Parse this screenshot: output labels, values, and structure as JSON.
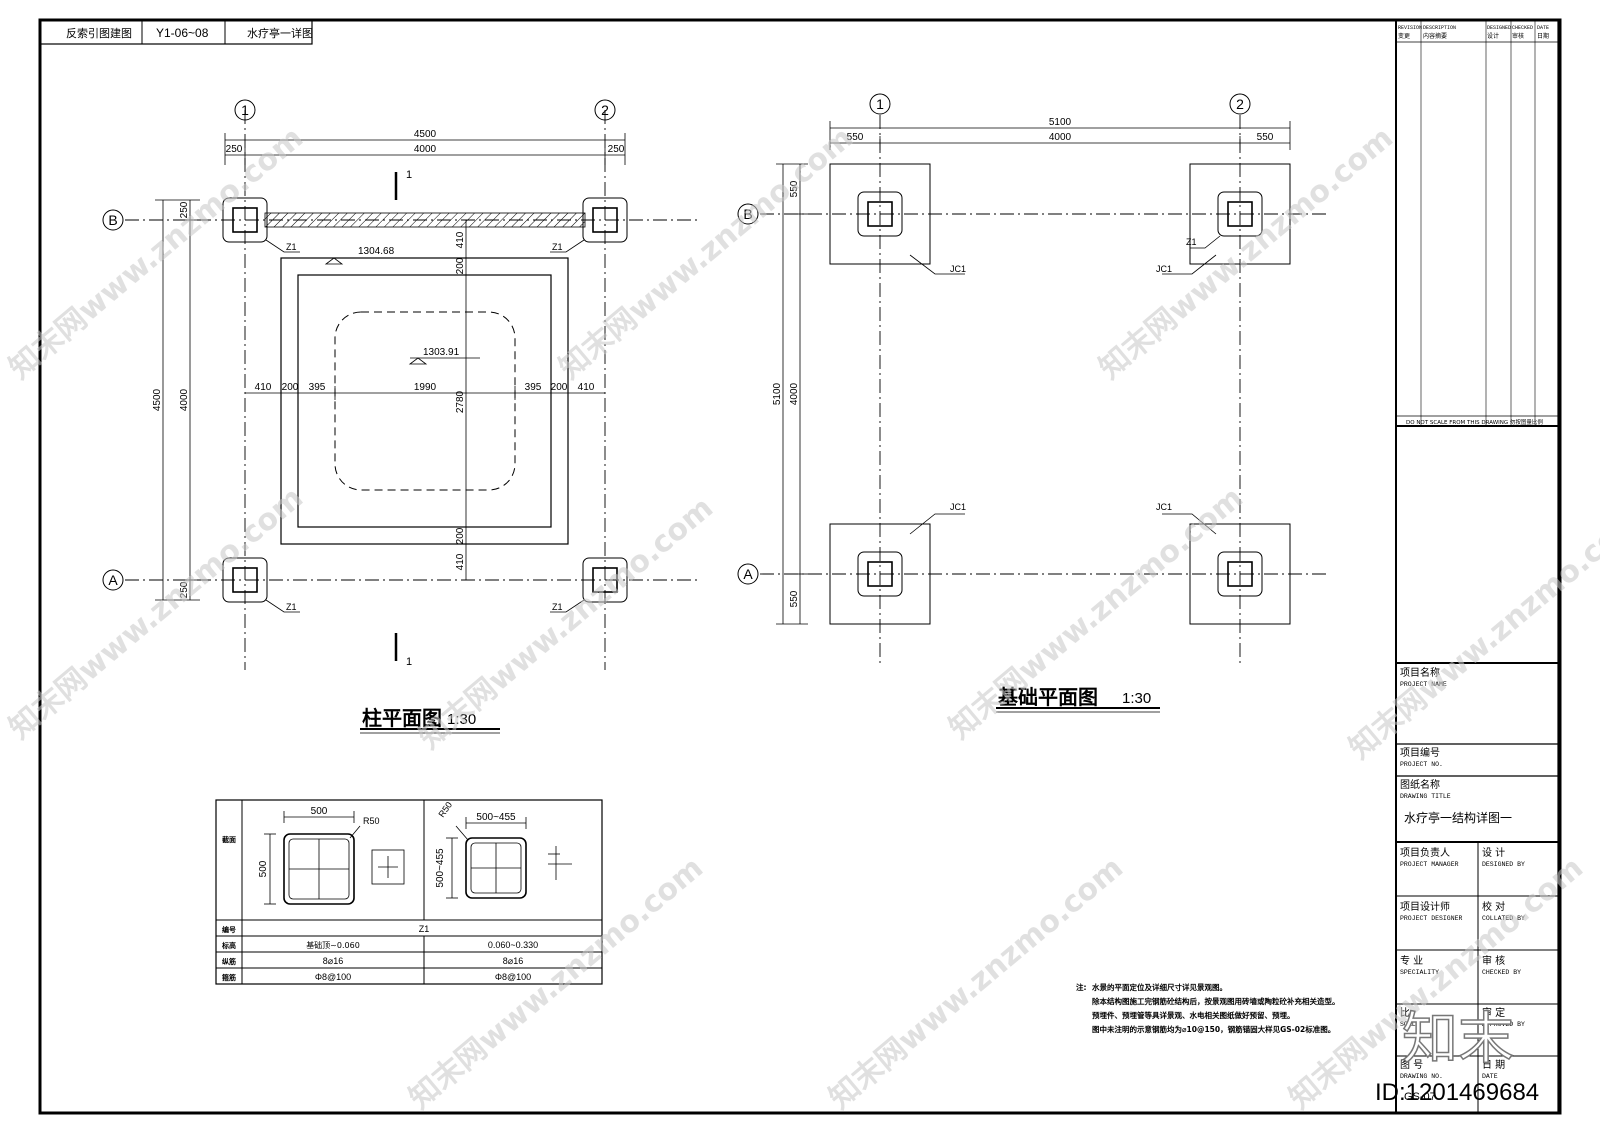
{
  "header": {
    "ref_label": "反索引图建图",
    "ref_code": "Y1-06~08",
    "ref_title": "水疗亭一详图"
  },
  "column_plan": {
    "title": "柱平面图",
    "scale": "1:30",
    "axis_1": "1",
    "axis_2": "2",
    "axis_a": "A",
    "axis_b": "B",
    "dim_total": "4500",
    "dim_mid": "4000",
    "dim_edge": "250",
    "dim_v_total": "4500",
    "dim_v_mid": "4000",
    "dim_v_edge": "250",
    "dims_h": [
      "410",
      "200",
      "395",
      "1990",
      "395",
      "200",
      "410"
    ],
    "dim_v_410": "410",
    "dim_v_200": "200",
    "dim_v_2780": "2780",
    "elev_top": "1304.68",
    "elev_pool": "1303.91",
    "section_mark": "1",
    "column_tag": "Z1"
  },
  "foundation_plan": {
    "title": "基础平面图",
    "scale": "1:30",
    "dim_total": "5100",
    "dim_mid": "4000",
    "dim_edge": "550",
    "dim_v_total": "5100",
    "dim_v_mid": "4000",
    "dim_v_edge": "550",
    "footing_tag": "JC1",
    "column_tag": "Z1"
  },
  "column_table": {
    "row_labels": {
      "section": "截面",
      "id": "编号",
      "elevation": "标高",
      "long_bar": "纵筋",
      "stirrup": "箍筋"
    },
    "sec1_width": "500",
    "sec1_height": "500",
    "sec1_radius": "R50",
    "sec2_width": "500~455",
    "sec2_height": "500~455",
    "sec2_radius": "R50",
    "id": "Z1",
    "elev_1": "基础顶~0.060",
    "elev_2": "0.060~0.330",
    "bar_1": "8⌀16",
    "bar_2": "8⌀16",
    "stir_1": "Φ8@100",
    "stir_2": "Φ8@100"
  },
  "notes": {
    "label": "注:",
    "lines": [
      "水景的平面定位及详细尺寸详见景观图。",
      "除本结构图施工完钢筋砼结构后，按景观图用砖墙或陶粒砼补充相关造型。",
      "预埋件、预埋管等具详景观、水电相关图纸做好预留、预埋。",
      "图中未注明的示意钢筋均为⌀10@150，钢筋锚固大样见GS-02标准图。"
    ]
  },
  "title_block": {
    "rev_en": "REVISION",
    "rev_cn": "变更",
    "desc_en": "DESCRIPTION",
    "desc_cn": "内容摘要",
    "designed_en": "DESIGNED",
    "designed_cn": "设计",
    "checked_en": "CHECKED",
    "checked_cn": "审核",
    "date_en": "DATE",
    "date_cn": "日期",
    "no_scale": "DO NOT SCALE FROM THIS DRAWING  勿按图量比例",
    "project_name_cn": "项目名称",
    "project_name_en": "PROJECT NAME",
    "project_no_cn": "项目编号",
    "project_no_en": "PROJECT NO.",
    "drawing_title_cn": "图纸名称",
    "drawing_title_en": "DRAWING TITLE",
    "drawing_title_value": "水疗亭一结构详图一",
    "pm_cn": "项目负责人",
    "pm_en": "PROJECT MANAGER",
    "design_cn": "设  计",
    "design_en": "DESIGNED BY",
    "pd_cn": "项目设计师",
    "pd_en": "PROJECT DESIGNER",
    "collated_cn": "校  对",
    "collated_en": "COLLATED BY",
    "spec_cn": "专  业",
    "spec_en": "SPECIALITY",
    "checked_by_cn": "审  核",
    "checked_by_en": "CHECKED BY",
    "scale_cn": "比",
    "scale_en": "SCALE",
    "approved_cn": "审 定",
    "approved_en": "APPROVED BY",
    "drawing_no_cn": "图  号",
    "drawing_no_en": "DRAWING NO.",
    "drawing_no_value": "GS-07",
    "date2_cn": "日  期",
    "date2_en": "DATE"
  },
  "watermark": {
    "text": "知末网www.znzmo.com",
    "brand": "知末",
    "id": "ID:1201469684"
  }
}
